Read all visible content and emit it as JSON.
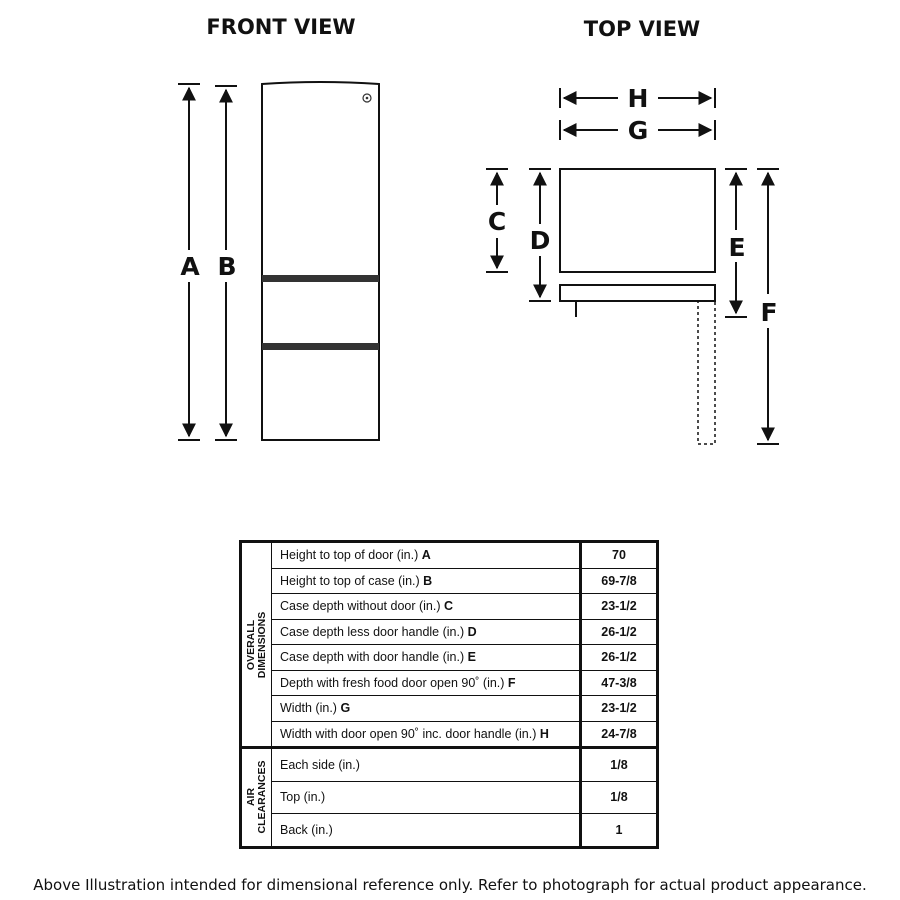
{
  "views": {
    "front_title": "FRONT VIEW",
    "top_title": "TOP VIEW"
  },
  "dimension_letters": {
    "A": "A",
    "B": "B",
    "C": "C",
    "D": "D",
    "E": "E",
    "F": "F",
    "G": "G",
    "H": "H"
  },
  "brand_logo": "ge-logo-icon",
  "table": {
    "overall_group": [
      "OVERALL",
      "DIMENSIONS"
    ],
    "air_group": [
      "AIR",
      "CLEARANCES"
    ],
    "overall_rows": [
      {
        "label": "Height to top of door (in.)",
        "letter": "A",
        "value": "70"
      },
      {
        "label": "Height to top of case (in.)",
        "letter": "B",
        "value": "69-7/8"
      },
      {
        "label": "Case depth without door (in.)",
        "letter": "C",
        "value": "23-1/2"
      },
      {
        "label": "Case depth less door handle (in.)",
        "letter": "D",
        "value": "26-1/2"
      },
      {
        "label": "Case depth with door handle (in.)",
        "letter": "E",
        "value": "26-1/2"
      },
      {
        "label": "Depth with fresh food door open 90˚ (in.)",
        "letter": "F",
        "value": "47-3/8"
      },
      {
        "label": "Width (in.)",
        "letter": "G",
        "value": "23-1/2"
      },
      {
        "label": "Width with door open 90˚ inc. door handle (in.)",
        "letter": "H",
        "value": "24-7/8"
      }
    ],
    "air_rows": [
      {
        "label": "Each side (in.)",
        "value": "1/8"
      },
      {
        "label": "Top (in.)",
        "value": "1/8"
      },
      {
        "label": "Back (in.)",
        "value": "1"
      }
    ]
  },
  "footnote": "Above Illustration intended for dimensional reference only. Refer to photograph for actual product appearance."
}
